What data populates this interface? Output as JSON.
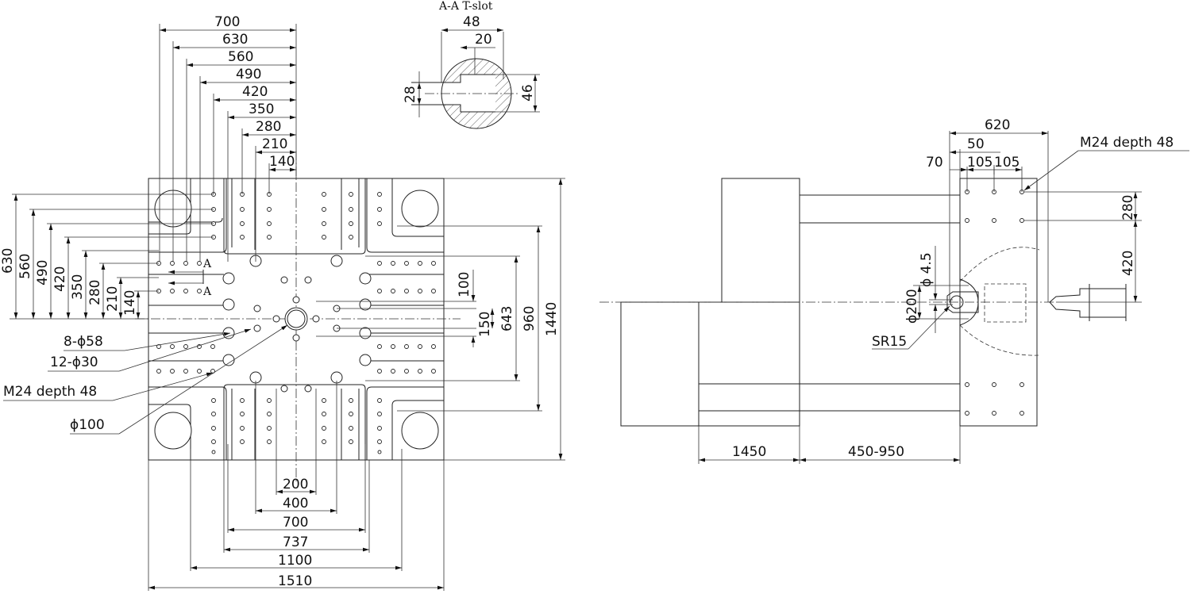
{
  "section": {
    "title": "A-A  T-slot",
    "dims": {
      "d48": "48",
      "d20": "20",
      "d28": "28",
      "d46": "46"
    }
  },
  "platen": {
    "top_dims": [
      "700",
      "630",
      "560",
      "490",
      "420",
      "350",
      "280",
      "210",
      "140"
    ],
    "left_dims": [
      "630",
      "560",
      "490",
      "420",
      "350",
      "280",
      "210",
      "140"
    ],
    "right_dims": {
      "d100": "100",
      "d150": "150",
      "d643": "643",
      "d960": "960",
      "d1440": "1440"
    },
    "bottom_dims": [
      "200",
      "400",
      "700",
      "737",
      "1100",
      "1510"
    ],
    "section_marks": [
      "A",
      "A"
    ],
    "callouts": {
      "large_holes": "8-ϕ58",
      "small_holes": "12-ϕ30",
      "threads": "M24 depth 48",
      "center": "ϕ100"
    }
  },
  "side": {
    "top_dims": {
      "d620": "620",
      "d50": "50",
      "d70": "70",
      "d105a": "105",
      "d105b": "105"
    },
    "thread_callout": "M24 depth 48",
    "right_dims": {
      "d280": "280",
      "d420": "420"
    },
    "nozzle": {
      "phi45": "ϕ 4.5",
      "phi200": "ϕ200",
      "sr": "SR15"
    },
    "bottom_dims": {
      "d1450": "1450",
      "d450_950": "450-950"
    }
  }
}
